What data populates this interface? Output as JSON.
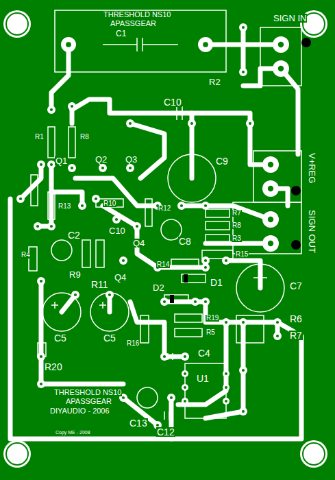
{
  "diagram": {
    "labels": [
      "THRESHOLD NS10",
      "APASSGEAR",
      "C1",
      "SIGN IN",
      "R2",
      "C10",
      "V+REG",
      "R1",
      "R8",
      "Q1",
      "Q2",
      "Q3",
      "C9",
      "R13",
      "R10",
      "R12",
      "C10",
      "R7",
      "R8",
      "R3",
      "R15",
      "SIGN OUT",
      "C2",
      "R4",
      "Q4",
      "C8",
      "R9",
      "R11",
      "Q4",
      "R14",
      "D2",
      "D1",
      "C7",
      "C5",
      "C5",
      "R19",
      "R5",
      "R6",
      "R7",
      "R16",
      "C4",
      "U1",
      "R20",
      "THRESHOLD NS10",
      "APASSGEAR",
      "DIYAUDIO - 2006",
      "Copy ME - 2008",
      "C13",
      "C12"
    ]
  }
}
